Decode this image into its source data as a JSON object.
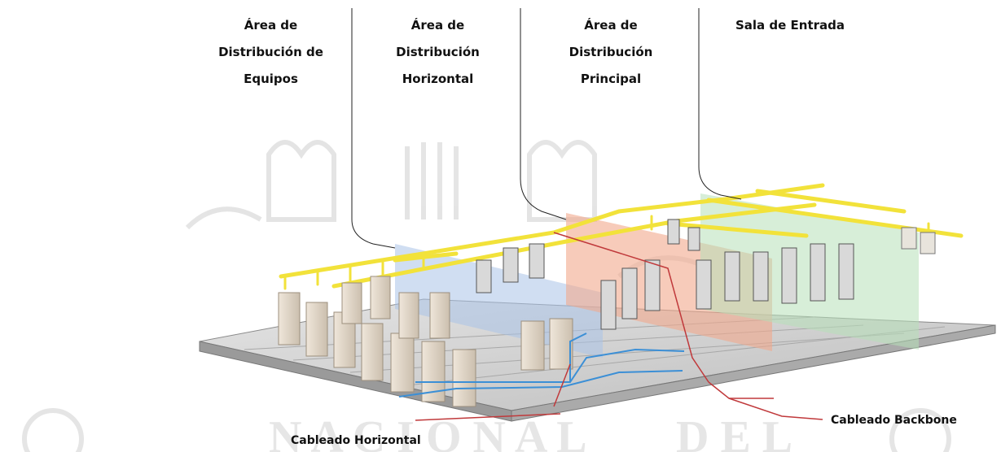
{
  "areas": [
    {
      "id": "eda",
      "lines": [
        "Área de",
        "Distribución de",
        "Equipos"
      ]
    },
    {
      "id": "hda",
      "lines": [
        "Área de",
        "Distribución",
        "Horizontal"
      ]
    },
    {
      "id": "mda",
      "lines": [
        "Área de",
        "Distribución",
        "Principal"
      ]
    },
    {
      "id": "er",
      "lines": [
        "Sala de Entrada"
      ]
    }
  ],
  "callouts": {
    "horizontal": "Cableado Horizontal",
    "backbone": "Cableado Backbone"
  },
  "colors": {
    "cable_tray": "#f2e23a",
    "horizontal_cabling": "#3b8fd6",
    "backbone_cabling": "#c0393b",
    "hda_zone": "#a9c3e8",
    "mda_zone": "#f1a98c",
    "er_zone": "#b6e0b8",
    "floor": "#d3d3d3",
    "watermark": "#cfcfcf"
  }
}
